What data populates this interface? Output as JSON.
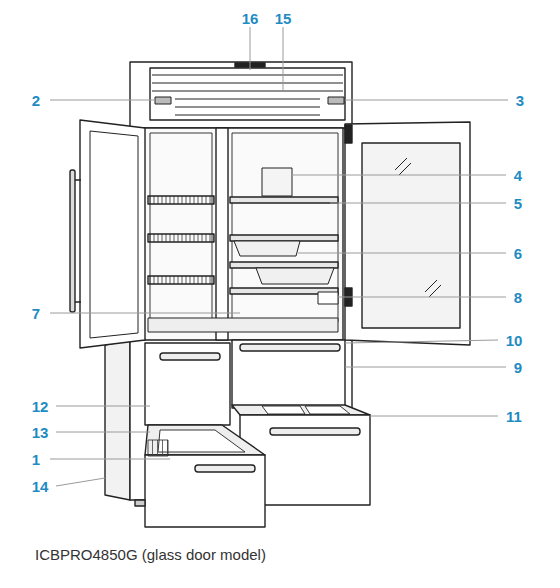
{
  "diagram": {
    "caption": "ICBPRO4850G (glass door model)",
    "labels": [
      "16",
      "15",
      "2",
      "3",
      "4",
      "5",
      "6",
      "8",
      "7",
      "10",
      "9",
      "12",
      "11",
      "13",
      "1",
      "14"
    ]
  }
}
